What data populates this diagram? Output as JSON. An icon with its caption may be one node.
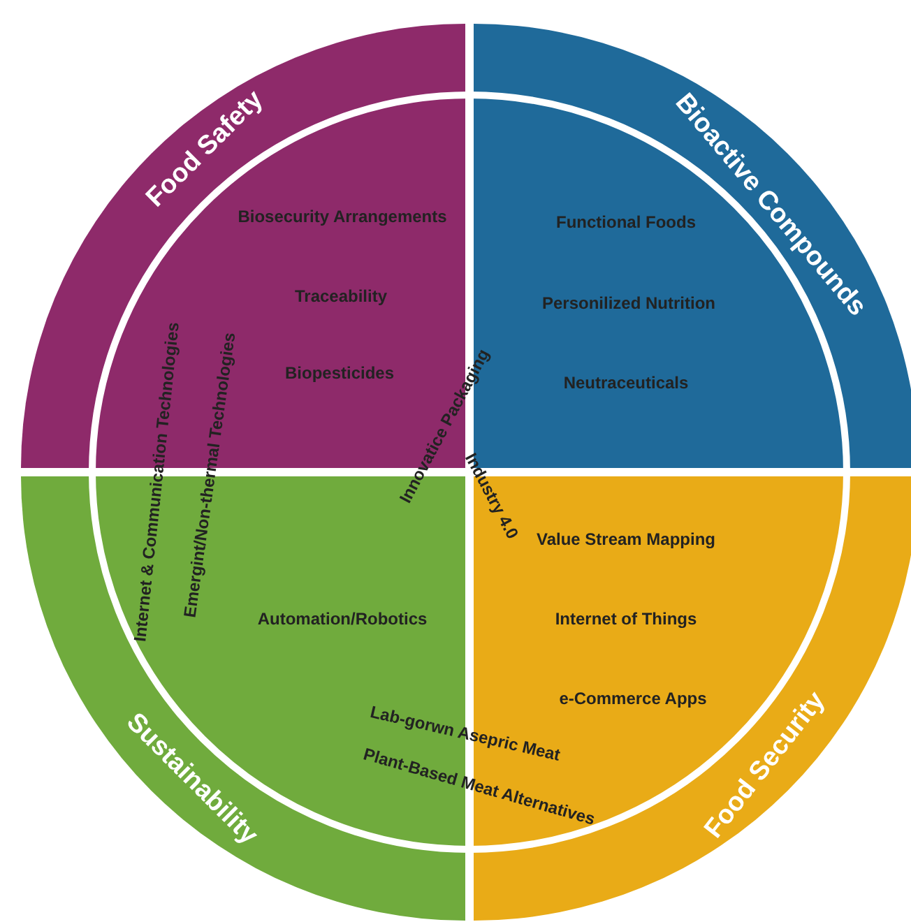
{
  "diagram": {
    "nodes": [
      {
        "text": [
          "Food Safety",
          "Biosecurity Arrangements",
          "Traceability",
          "Biopesticides"
        ]
      },
      {
        "text": [
          "Bioactive Compounds",
          "Functional Foods",
          "Personilized Nutrition",
          "Neutraceuticals"
        ]
      },
      {
        "text": [
          "Sustainability",
          "Automation/Robotics"
        ]
      },
      {
        "text": [
          "Food Security",
          "Value Stream Mapping",
          "Internet of Things",
          "e-Commerce Apps"
        ]
      }
    ],
    "labels": [
      "Internet & Communication Technologies",
      "Emergint/Non-thermal Technologies",
      "Innovatice Packaging",
      "Industry 4.0",
      "Lab-gorwn Asepric Meat",
      "Plant-Based Meat Alternatives"
    ]
  }
}
